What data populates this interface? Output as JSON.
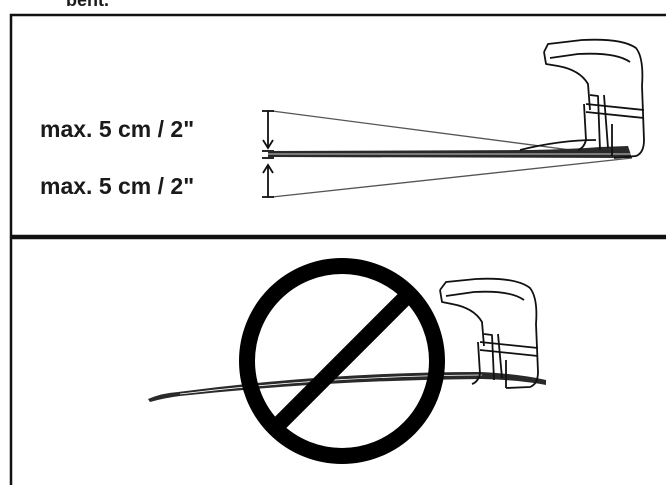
{
  "header_fragment": "bent.",
  "panel_correct": {
    "label_upper": "max. 5 cm  /  2\"",
    "label_lower": "max. 5 cm  /  2\""
  },
  "panel_incorrect": {
    "prohibition_symbol": "no-entry-circle-slash"
  },
  "colors": {
    "ink": "#1a1a1a",
    "panel_border": "#111111",
    "background": "#ffffff"
  }
}
